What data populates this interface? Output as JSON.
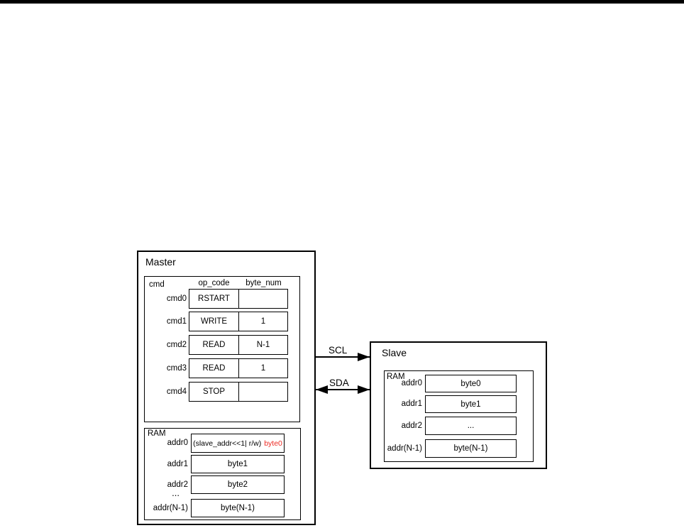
{
  "master": {
    "title": "Master",
    "cmd_table": {
      "label": "cmd",
      "col_op_code": "op_code",
      "col_byte_num": "byte_num",
      "rows": [
        {
          "label": "cmd0",
          "op_code": "RSTART",
          "byte_num": ""
        },
        {
          "label": "cmd1",
          "op_code": "WRITE",
          "byte_num": "1"
        },
        {
          "label": "cmd2",
          "op_code": "READ",
          "byte_num": "N-1"
        },
        {
          "label": "cmd3",
          "op_code": "READ",
          "byte_num": "1"
        },
        {
          "label": "cmd4",
          "op_code": "STOP",
          "byte_num": ""
        }
      ]
    },
    "ram_table": {
      "label": "RAM",
      "ellipsis": "...",
      "rows": [
        {
          "label": "addr0",
          "value": "(slave_addr<<1| r/w)",
          "value_highlight": "byte0"
        },
        {
          "label": "addr1",
          "value": "byte1"
        },
        {
          "label": "addr2",
          "value": "byte2"
        },
        {
          "label": "addr(N-1)",
          "value": "byte(N-1)"
        }
      ]
    }
  },
  "bus": {
    "scl_label": "SCL",
    "sda_label": "SDA"
  },
  "slave": {
    "title": "Slave",
    "ram_table": {
      "label": "RAM",
      "rows": [
        {
          "label": "addr0",
          "value": "byte0"
        },
        {
          "label": "addr1",
          "value": "byte1"
        },
        {
          "label": "addr2",
          "value": "..."
        },
        {
          "label": "addr(N-1)",
          "value": "byte(N-1)"
        }
      ]
    }
  },
  "colors": {
    "highlight_red": "#ed2c24",
    "line_black": "#000000"
  }
}
